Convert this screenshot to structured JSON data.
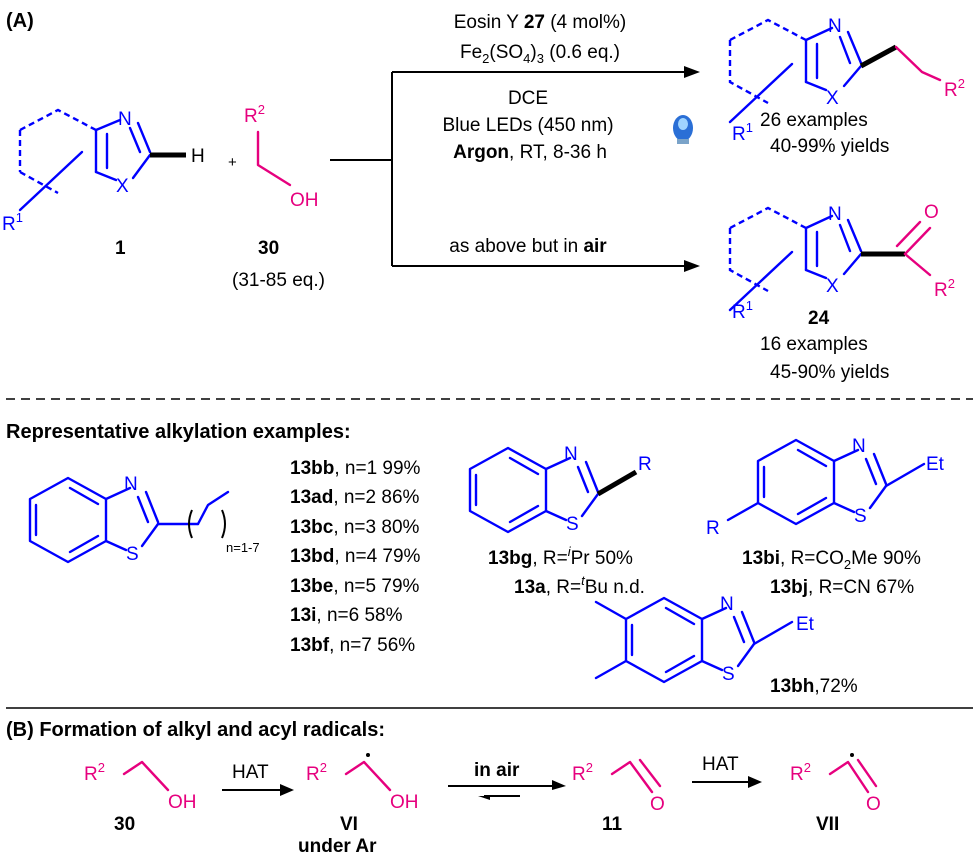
{
  "section_a": {
    "label": "(A)",
    "reactant_1": {
      "label": "1",
      "atom_n": "N",
      "atom_x": "X",
      "atom_h": "H",
      "r_group": "R",
      "r_sup": "1"
    },
    "plus": "+",
    "reactant_30": {
      "label": "30",
      "r_group": "R",
      "r_sup": "2",
      "oh": "OH",
      "equiv": "(31-85 eq.)"
    },
    "conditions": {
      "cat_prefix": "Eosin Y ",
      "cat_num": "27",
      "cat_suffix": " (4 mol%)",
      "fe_a": "Fe",
      "fe_sub1": "2",
      "fe_b": "(SO",
      "fe_sub2": "4",
      "fe_c": ")",
      "fe_sub3": "3",
      "fe_d": " (0.6 eq.)",
      "solvent": "DCE",
      "light": "Blue LEDs (450 nm)",
      "atm_bold": "Argon",
      "atm_rest": ", RT, 8-36 h",
      "air_prefix": "as above but in ",
      "air_bold": "air"
    },
    "product_alkyl": {
      "atom_n": "N",
      "atom_x": "X",
      "r1": "R",
      "r1_sup": "1",
      "r2": "R",
      "r2_sup": "2",
      "examples": "26 examples",
      "yields": "40-99% yields"
    },
    "product_acyl": {
      "label": "24",
      "atom_n": "N",
      "atom_x": "X",
      "atom_o": "O",
      "r1": "R",
      "r1_sup": "1",
      "r2": "R",
      "r2_sup": "2",
      "examples": "16 examples",
      "yields": "45-90% yields"
    }
  },
  "examples": {
    "heading": "Representative alkylation examples:",
    "chain_sub": "n=1-7",
    "atom_n": "N",
    "atom_s": "S",
    "series": [
      {
        "id": "13bb",
        "text": ", n=1 99%"
      },
      {
        "id": "13ad",
        "text": ", n=2 86%"
      },
      {
        "id": "13bc",
        "text": ", n=3 80%"
      },
      {
        "id": "13bd",
        "text": ", n=4 79%"
      },
      {
        "id": "13be",
        "text": ", n=5 79%"
      },
      {
        "id": "13i",
        "text": ", n=6 58%"
      },
      {
        "id": "13bf",
        "text": ", n=7 56%"
      }
    ],
    "bg": {
      "r": "R",
      "id1": "13bg",
      "t1a": ", R=",
      "t1s": "i",
      "t1b": "Pr 50%",
      "id2": "13a",
      "t2a": ", R=",
      "t2s": "t",
      "t2b": "Bu n.d."
    },
    "bi": {
      "r": "R",
      "et": "Et",
      "id1": "13bi",
      "t1a": ", R=CO",
      "t1s": "2",
      "t1b": "Me 90%",
      "id2": "13bj",
      "t2": ", R=CN 67%"
    },
    "bh": {
      "et": "Et",
      "id": "13bh",
      "text": ",72%"
    }
  },
  "section_b": {
    "heading": "(B) Formation of alkyl and acyl radicals:",
    "r": "R",
    "r_sup": "2",
    "oh": "OH",
    "o": "O",
    "hat": "HAT",
    "in_air": "in air",
    "labels": {
      "c30": "30",
      "vi": "VI",
      "under_ar": "under Ar",
      "c11": "11",
      "vii": "VII"
    }
  }
}
